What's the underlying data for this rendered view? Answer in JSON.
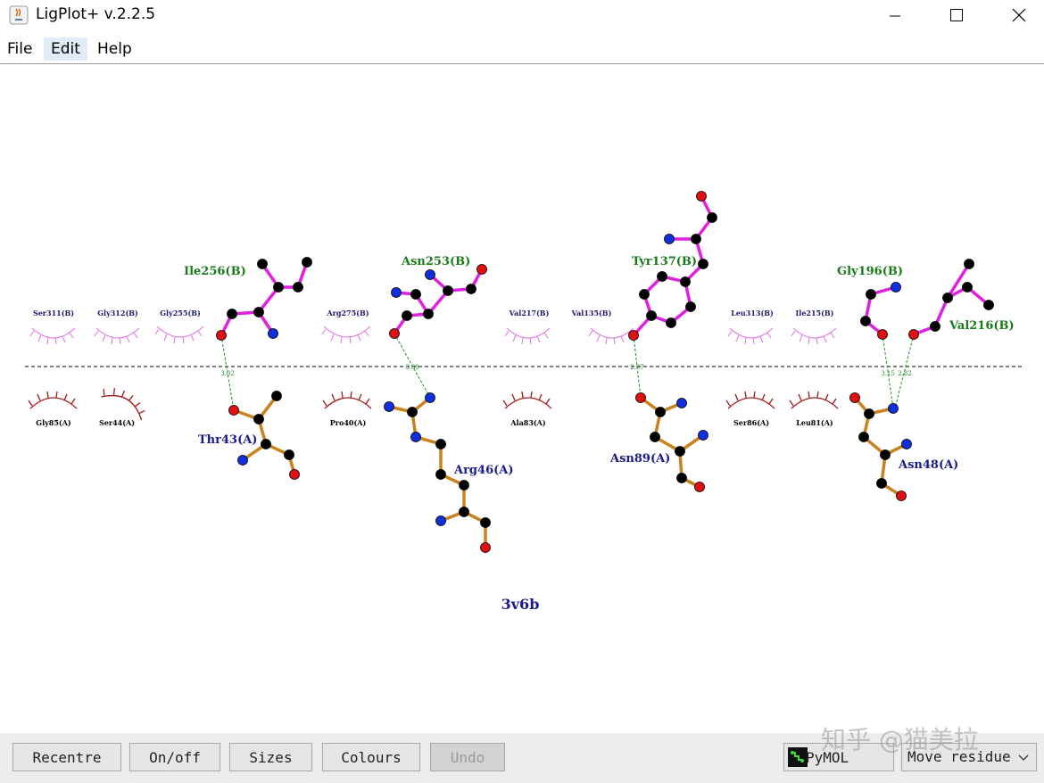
{
  "window": {
    "title": "LigPlot+ v.2.2.5"
  },
  "menubar": {
    "items": [
      {
        "label": "File"
      },
      {
        "label": "Edit"
      },
      {
        "label": "Help"
      }
    ]
  },
  "plot": {
    "title": "3v6b",
    "chain_b_color": "#1a7a1a",
    "chain_a_color": "#1a1a8c",
    "ligand_bond_color": "#e020e0",
    "protein_bond_color": "#c8821e",
    "hbond_color": "#228b22",
    "residues_b": [
      {
        "id": "ile256",
        "label": "Ile256(B)"
      },
      {
        "id": "asn253",
        "label": "Asn253(B)"
      },
      {
        "id": "tyr137",
        "label": "Tyr137(B)"
      },
      {
        "id": "gly196",
        "label": "Gly196(B)"
      },
      {
        "id": "val216",
        "label": "Val216(B)"
      }
    ],
    "residues_a": [
      {
        "id": "thr43",
        "label": "Thr43(A)"
      },
      {
        "id": "arg46",
        "label": "Arg46(A)"
      },
      {
        "id": "asn89",
        "label": "Asn89(A)"
      },
      {
        "id": "asn48",
        "label": "Asn48(A)"
      }
    ],
    "hydrophobic_b": [
      "Ser311(B)",
      "Gly312(B)",
      "Gly255(B)",
      "Arg275(B)",
      "Val217(B)",
      "Val135(B)",
      "Leu313(B)",
      "Ile215(B)"
    ],
    "hydrophobic_a": [
      "Gly85(A)",
      "Ser44(A)",
      "Pro40(A)",
      "Ala83(A)",
      "Ser86(A)",
      "Leu81(A)"
    ],
    "hbond_distances": [
      "3.02",
      "3.09",
      "2.97",
      "3.15",
      "2.82"
    ]
  },
  "toolbar": {
    "recentre": "Recentre",
    "onoff": "On/off",
    "sizes": "Sizes",
    "colours": "Colours",
    "undo": "Undo",
    "pymol": "PyMOL",
    "mode_select": "Move residue"
  },
  "watermark": "知乎 @猫美拉"
}
